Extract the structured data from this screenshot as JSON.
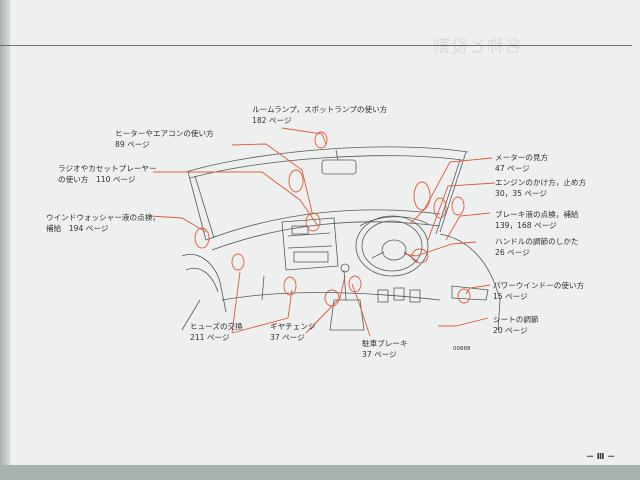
{
  "ghost_heading": "名称と役割",
  "labels": {
    "room_lamp": {
      "title": "ルームランプ，スポットランプの使い方",
      "page": "182 ページ"
    },
    "heater": {
      "title": "ヒーターやエアコンの使い方",
      "page": "89 ページ"
    },
    "radio": {
      "title": "ラジオやカセットプレーヤー",
      "title2": "の使い方",
      "page": "110 ページ"
    },
    "washer": {
      "title": "ウインドウォッシャー液の点検，",
      "title2": "補給",
      "page": "194 ページ"
    },
    "fuse": {
      "title": "ヒューズの交換",
      "page": "211 ページ"
    },
    "gear": {
      "title": "ギヤチェンジ",
      "page": "37 ページ"
    },
    "parking_brake": {
      "title": "駐車ブレーキ",
      "page": "37 ページ"
    },
    "meter": {
      "title": "メーターの見方",
      "page": "47 ページ"
    },
    "engine": {
      "title": "エンジンのかけ方，止め方",
      "page": "30，35 ページ"
    },
    "brake_fluid": {
      "title": "ブレーキ液の点検，補給",
      "page": "139，168 ページ"
    },
    "handle": {
      "title": "ハンドルの調節のしかた",
      "page": "26 ページ"
    },
    "power_window": {
      "title": "パワーウインドーの使い方",
      "page": "15 ページ"
    },
    "seat": {
      "title": "シートの調節",
      "page": "20 ページ"
    }
  },
  "figure_code": "00888",
  "page_number": "－ Ⅲ －",
  "colors": {
    "leader": "#e05a3a",
    "drawing": "#555a5e",
    "page": "#eef0ef"
  }
}
